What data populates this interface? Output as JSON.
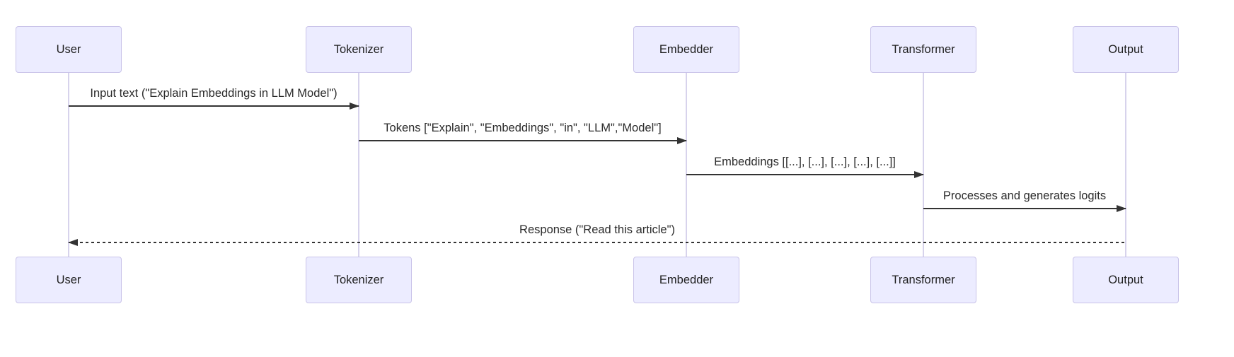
{
  "diagram": {
    "type": "sequence-diagram",
    "actors": [
      {
        "name": "User"
      },
      {
        "name": "Tokenizer"
      },
      {
        "name": "Embedder"
      },
      {
        "name": "Transformer"
      },
      {
        "name": "Output"
      }
    ],
    "messages": [
      {
        "from": "User",
        "to": "Tokenizer",
        "style": "solid",
        "label": "Input text (\"Explain Embeddings in LLM Model\")"
      },
      {
        "from": "Tokenizer",
        "to": "Embedder",
        "style": "solid",
        "label": "Tokens [\"Explain\", \"Embeddings\", \"in\", \"LLM\",\"Model\"]"
      },
      {
        "from": "Embedder",
        "to": "Transformer",
        "style": "solid",
        "label": "Embeddings [[...], [...], [...], [...], [...]]"
      },
      {
        "from": "Transformer",
        "to": "Output",
        "style": "solid",
        "label": "Processes and generates logits"
      },
      {
        "from": "Output",
        "to": "User",
        "style": "dotted",
        "label": "Response (\"Read this article\")"
      }
    ],
    "colors": {
      "actor_fill": "#ececff",
      "actor_border": "#c9c3e9",
      "lifeline": "#d7d3ec",
      "arrow": "#333333",
      "text": "#2b2b2b",
      "background": "#ffffff"
    }
  }
}
